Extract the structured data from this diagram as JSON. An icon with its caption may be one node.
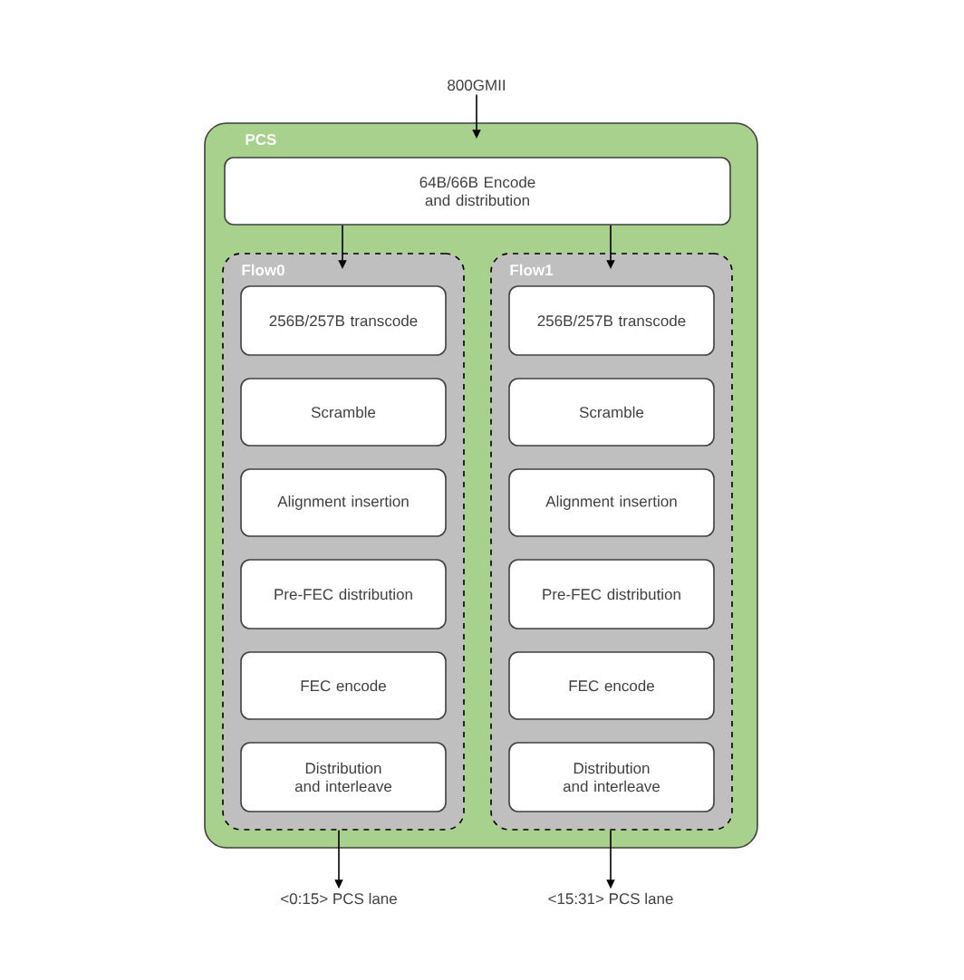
{
  "diagram": {
    "nodes": [
      {
        "text": [
          "800GMII"
        ]
      },
      {
        "text": [
          "PCS"
        ]
      },
      {
        "text": [
          "64B/66B Encode and distribution"
        ],
        "in": 1
      },
      {
        "text": [
          "Flow0"
        ],
        "in": 1
      },
      {
        "text": [
          "256B/257B transcode"
        ],
        "in": 3
      },
      {
        "text": [
          "Scramble"
        ],
        "in": 3
      },
      {
        "text": [
          "Alignment insertion"
        ],
        "in": 3
      },
      {
        "text": [
          "Pre-FEC distribution"
        ],
        "in": 3
      },
      {
        "text": [
          "FEC encode"
        ],
        "in": 3
      },
      {
        "text": [
          "Distribution and interleave"
        ],
        "in": 3
      },
      {
        "text": [
          "Flow1"
        ],
        "in": 1
      },
      {
        "text": [
          "256B/257B transcode"
        ],
        "in": 10
      },
      {
        "text": [
          "Scramble"
        ],
        "in": 10
      },
      {
        "text": [
          "Alignment insertion"
        ],
        "in": 10
      },
      {
        "text": [
          "Pre-FEC distribution"
        ],
        "in": 10
      },
      {
        "text": [
          "FEC encode"
        ],
        "in": 10
      },
      {
        "text": [
          "Distribution and interleave"
        ],
        "in": 10
      },
      {
        "text": [
          "<0:15> PCS lane"
        ]
      },
      {
        "text": [
          "<15:31> PCS lane"
        ]
      }
    ],
    "edges": [
      {
        "from": 0,
        "to": 1,
        "arrow": "to"
      },
      {
        "from": 2,
        "to": 3,
        "arrow": "to"
      },
      {
        "from": 2,
        "to": 10,
        "arrow": "to"
      },
      {
        "from": 3,
        "to": 17,
        "arrow": "to"
      },
      {
        "from": 10,
        "to": 18,
        "arrow": "to"
      }
    ]
  }
}
